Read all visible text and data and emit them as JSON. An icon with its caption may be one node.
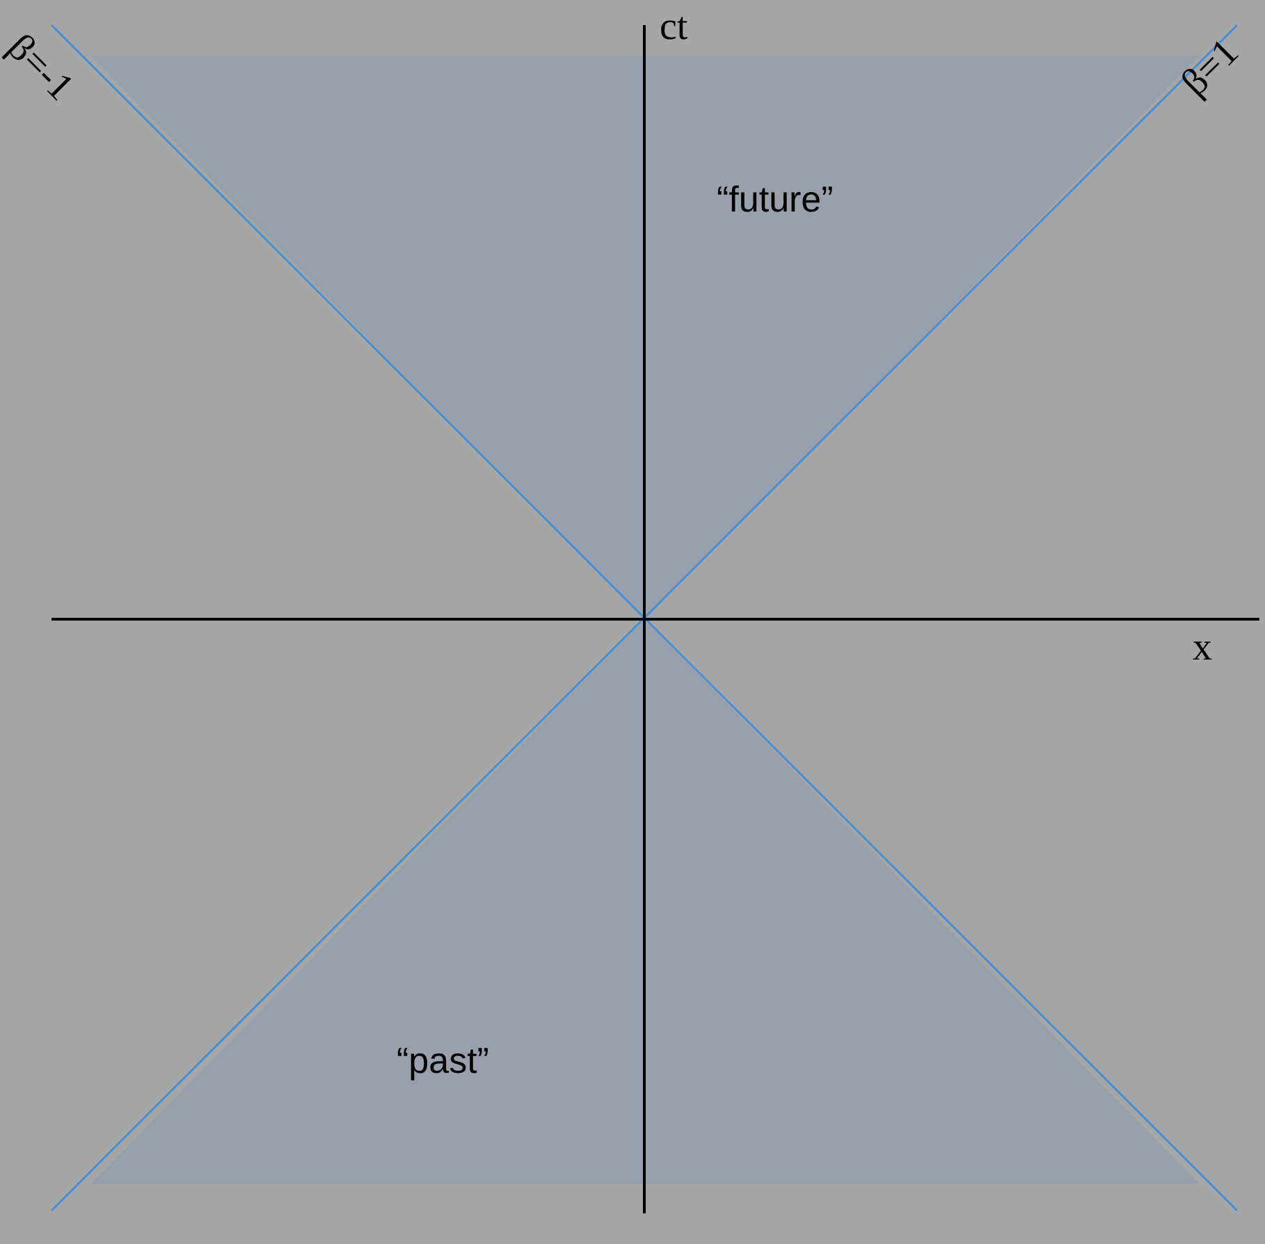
{
  "diagram": {
    "nodes": [
      {
        "text": [
          "“future”"
        ]
      },
      {
        "text": [
          "“past”"
        ]
      }
    ],
    "labels": [
      "β=-1",
      "ct",
      "β=1",
      "x"
    ]
  }
}
